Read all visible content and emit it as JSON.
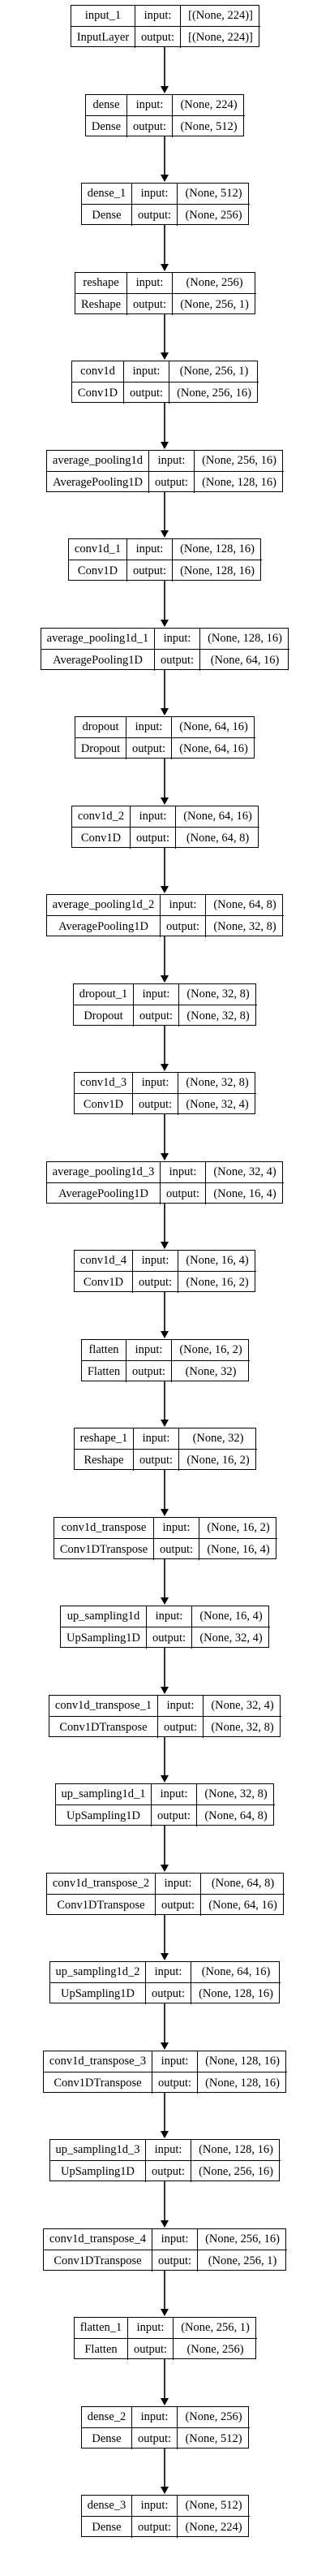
{
  "labels": {
    "input": "input:",
    "output": "output:"
  },
  "layers": [
    {
      "name": "input_1",
      "cls": "InputLayer",
      "in": "[(None, 224)]",
      "out": "[(None, 224)]"
    },
    {
      "name": "dense",
      "cls": "Dense",
      "in": "(None, 224)",
      "out": "(None, 512)"
    },
    {
      "name": "dense_1",
      "cls": "Dense",
      "in": "(None, 512)",
      "out": "(None, 256)"
    },
    {
      "name": "reshape",
      "cls": "Reshape",
      "in": "(None, 256)",
      "out": "(None, 256, 1)"
    },
    {
      "name": "conv1d",
      "cls": "Conv1D",
      "in": "(None, 256, 1)",
      "out": "(None, 256, 16)"
    },
    {
      "name": "average_pooling1d",
      "cls": "AveragePooling1D",
      "in": "(None, 256, 16)",
      "out": "(None, 128, 16)"
    },
    {
      "name": "conv1d_1",
      "cls": "Conv1D",
      "in": "(None, 128, 16)",
      "out": "(None, 128, 16)"
    },
    {
      "name": "average_pooling1d_1",
      "cls": "AveragePooling1D",
      "in": "(None, 128, 16)",
      "out": "(None, 64, 16)"
    },
    {
      "name": "dropout",
      "cls": "Dropout",
      "in": "(None, 64, 16)",
      "out": "(None, 64, 16)"
    },
    {
      "name": "conv1d_2",
      "cls": "Conv1D",
      "in": "(None, 64, 16)",
      "out": "(None, 64, 8)"
    },
    {
      "name": "average_pooling1d_2",
      "cls": "AveragePooling1D",
      "in": "(None, 64, 8)",
      "out": "(None, 32, 8)"
    },
    {
      "name": "dropout_1",
      "cls": "Dropout",
      "in": "(None, 32, 8)",
      "out": "(None, 32, 8)"
    },
    {
      "name": "conv1d_3",
      "cls": "Conv1D",
      "in": "(None, 32, 8)",
      "out": "(None, 32, 4)"
    },
    {
      "name": "average_pooling1d_3",
      "cls": "AveragePooling1D",
      "in": "(None, 32, 4)",
      "out": "(None, 16, 4)"
    },
    {
      "name": "conv1d_4",
      "cls": "Conv1D",
      "in": "(None, 16, 4)",
      "out": "(None, 16, 2)"
    },
    {
      "name": "flatten",
      "cls": "Flatten",
      "in": "(None, 16, 2)",
      "out": "(None, 32)"
    },
    {
      "name": "reshape_1",
      "cls": "Reshape",
      "in": "(None, 32)",
      "out": "(None, 16, 2)"
    },
    {
      "name": "conv1d_transpose",
      "cls": "Conv1DTranspose",
      "in": "(None, 16, 2)",
      "out": "(None, 16, 4)"
    },
    {
      "name": "up_sampling1d",
      "cls": "UpSampling1D",
      "in": "(None, 16, 4)",
      "out": "(None, 32, 4)"
    },
    {
      "name": "conv1d_transpose_1",
      "cls": "Conv1DTranspose",
      "in": "(None, 32, 4)",
      "out": "(None, 32, 8)"
    },
    {
      "name": "up_sampling1d_1",
      "cls": "UpSampling1D",
      "in": "(None, 32, 8)",
      "out": "(None, 64, 8)"
    },
    {
      "name": "conv1d_transpose_2",
      "cls": "Conv1DTranspose",
      "in": "(None, 64, 8)",
      "out": "(None, 64, 16)"
    },
    {
      "name": "up_sampling1d_2",
      "cls": "UpSampling1D",
      "in": "(None, 64, 16)",
      "out": "(None, 128, 16)"
    },
    {
      "name": "conv1d_transpose_3",
      "cls": "Conv1DTranspose",
      "in": "(None, 128, 16)",
      "out": "(None, 128, 16)"
    },
    {
      "name": "up_sampling1d_3",
      "cls": "UpSampling1D",
      "in": "(None, 128, 16)",
      "out": "(None, 256, 16)"
    },
    {
      "name": "conv1d_transpose_4",
      "cls": "Conv1DTranspose",
      "in": "(None, 256, 16)",
      "out": "(None, 256, 1)"
    },
    {
      "name": "flatten_1",
      "cls": "Flatten",
      "in": "(None, 256, 1)",
      "out": "(None, 256)"
    },
    {
      "name": "dense_2",
      "cls": "Dense",
      "in": "(None, 256)",
      "out": "(None, 512)"
    },
    {
      "name": "dense_3",
      "cls": "Dense",
      "in": "(None, 512)",
      "out": "(None, 224)"
    }
  ]
}
